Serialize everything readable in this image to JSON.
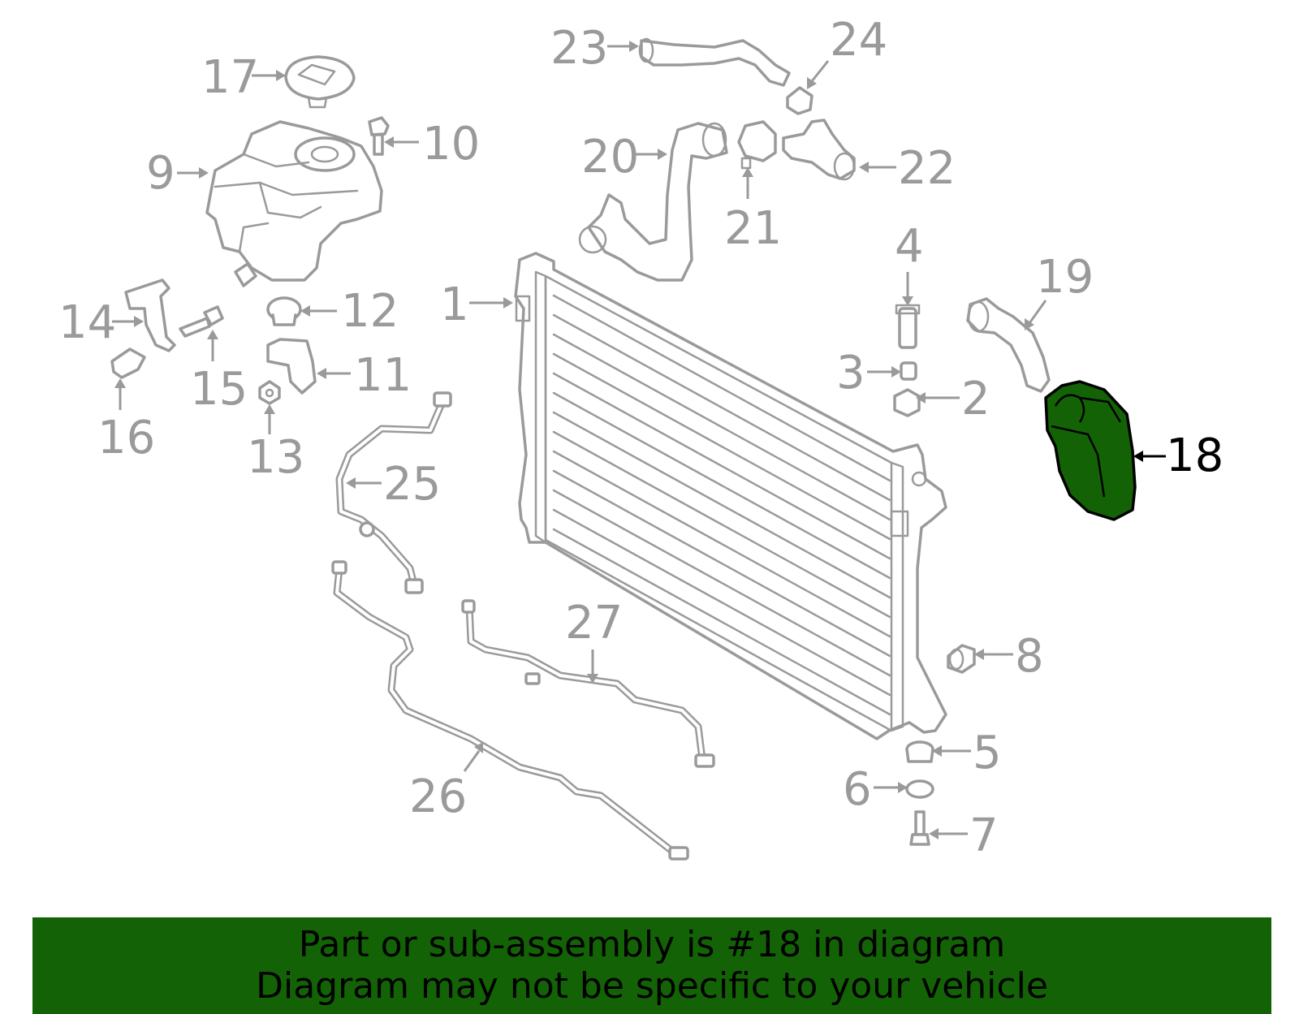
{
  "diagram": {
    "highlight_color": "#136306",
    "part_color": "#9a9a9a",
    "highlighted_callout": "18",
    "callouts": {
      "c1": "1",
      "c2": "2",
      "c3": "3",
      "c4": "4",
      "c5": "5",
      "c6": "6",
      "c7": "7",
      "c8": "8",
      "c9": "9",
      "c10": "10",
      "c11": "11",
      "c12": "12",
      "c13": "13",
      "c14": "14",
      "c15": "15",
      "c16": "16",
      "c17": "17",
      "c18": "18",
      "c19": "19",
      "c20": "20",
      "c21": "21",
      "c22": "22",
      "c23": "23",
      "c24": "24",
      "c25": "25",
      "c26": "26",
      "c27": "27"
    }
  },
  "footer": {
    "line1": "Part or sub-assembly is #18 in diagram",
    "line2": "Diagram may not be specific to your vehicle",
    "background": "#136306"
  }
}
